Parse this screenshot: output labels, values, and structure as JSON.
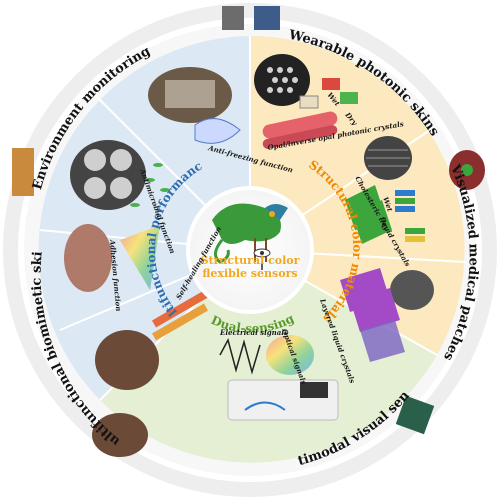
{
  "outer_labels": {
    "wearable": "Wearable photonic skins",
    "medical": "Visualized medical patches",
    "multimodal": "Multimodal visual sensors",
    "biomimetic": "Multifunctional biomimetic skins",
    "environment": "Environment monitoring"
  },
  "sectors": {
    "structural": "Structural color materials",
    "multifunctional": "Multifunctional performances",
    "dual": "Dual-sensing"
  },
  "center": {
    "line1": "Structural color",
    "line2": "flexible sensors"
  },
  "annotations": {
    "opal": "Opal/inverse opal photonic crystals",
    "cholesteric": "Cholesteric liquid crystals",
    "layered": "Layered liquid crystals",
    "antifreezing": "Anti-freezing function",
    "antimicrobial": "Antimicrobial function",
    "adhesion": "Adhesion function",
    "selfhealing": "Self-healing function",
    "electrical": "Electrical signals",
    "optical": "Optical signals",
    "wet": "Wet",
    "dry": "Dry",
    "wet2": "Wet",
    "dry2": "Dry"
  },
  "colors": {
    "outer_ring": "#ececec",
    "structural_bg": "#fde9bf",
    "multifunctional_bg": "#dbe7f3",
    "dual_bg": "#e3efd2",
    "title_orange": "#f08a00",
    "title_blue": "#2f6db3",
    "title_green": "#5a9a2a"
  }
}
